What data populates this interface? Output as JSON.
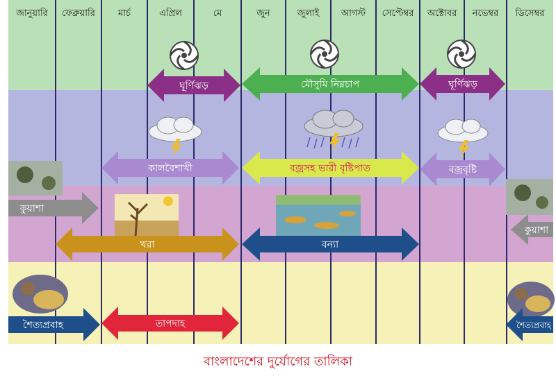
{
  "months": [
    "জানুয়ারি",
    "ফেব্রুয়ারি",
    "মার্চ",
    "এপ্রিল",
    "মে",
    "জুন",
    "জুলাই",
    "আগস্ট",
    "সেপ্টেম্বর",
    "অক্টোবর",
    "নভেম্বর",
    "ডিসেম্বর"
  ],
  "arrows": {
    "cyclone_spring": "ঘূর্ণিঝড়",
    "monsoon_depression": "মৌসুমি নিম্নচাপ",
    "cyclone_autumn": "ঘূর্ণিঝড়",
    "kalbaishakhi": "কালবৈশাখী",
    "heavy_rain": "বজ্রসহ ভারী বৃষ্টিপাত",
    "thunderstorm": "বজ্রবৃষ্টি",
    "fog_left": "কুয়াশা",
    "fog_right": "কুয়াশা",
    "drought": "খরা",
    "flood": "বন্যা",
    "cold_wave": "শৈত্যপ্রবাহ",
    "heat_wave": "তাপদাহ",
    "cold_wave_right": "শৈত্যপ্রবাহ"
  },
  "caption": "বাংলাদেশের দুর্যোগের তালিকা",
  "colors": {
    "band_cyclone": "#b9e0b6",
    "band_rain": "#b4b6e0",
    "band_drought": "#d2a6d0",
    "band_heat": "#f6f1b6",
    "cyclone_arrow": "#8c2f86",
    "monsoon_arrow": "#4caf50",
    "kalbaishakhi_arrow": "#a98ad0",
    "rain_arrow": "#d9e84a",
    "fog_arrow": "#8d8d8d",
    "drought_arrow": "#c9921d",
    "flood_arrow": "#1e4f8a",
    "cold_arrow": "#1e4f8a",
    "heat_arrow": "#e1263c",
    "caption": "#d8101d"
  },
  "icons": [
    "cyclone-icon",
    "storm-cloud-icon",
    "rain-cloud-icon",
    "fog-scene-icon",
    "drought-scene-icon",
    "flood-scene-icon",
    "cold-scene-icon"
  ]
}
